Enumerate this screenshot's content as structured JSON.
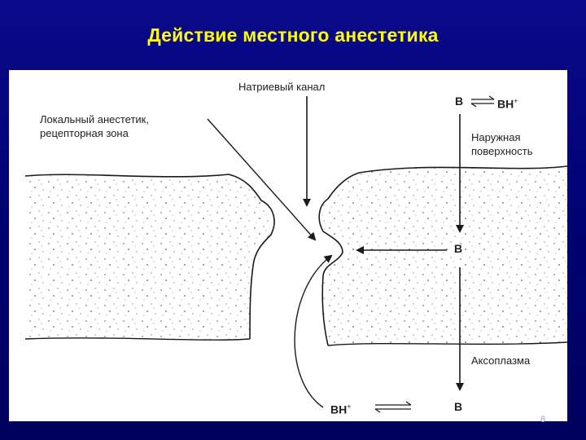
{
  "slide": {
    "title": "Действие местного анестетика",
    "page_number": "8"
  },
  "diagram": {
    "labels": {
      "sodium_channel": "Натриевый канал",
      "anesthetic_line1": "Локальный анестетик,",
      "anesthetic_line2": "рецепторная зона",
      "outer_surface_line1": "Наружная",
      "outer_surface_line2": "поверхность",
      "axoplasm": "Аксоплазма"
    },
    "chemistry": {
      "top_base": "B",
      "top_cation": "BH",
      "top_plus": "+",
      "middle_base": "B",
      "bottom_base": "B",
      "bottom_cation": "BH",
      "bottom_plus": "+"
    },
    "colors": {
      "ink": "#1a1a1a",
      "background": "#ffffff",
      "slide": "#00007a",
      "title": "#ffff00"
    }
  }
}
